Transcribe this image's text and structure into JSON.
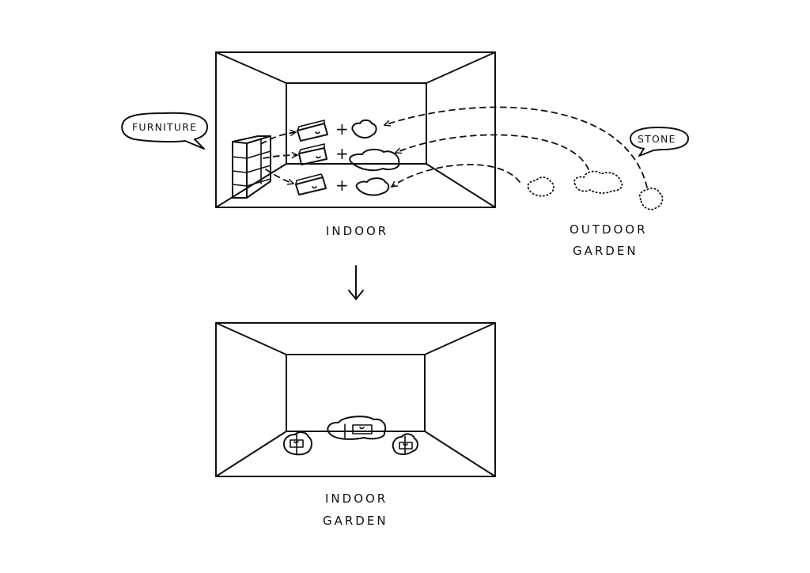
{
  "labels": {
    "furniture": "FURNITURE",
    "stone": "STONE",
    "indoor": "INDOOR",
    "outdoor_garden": [
      "OUTDOOR",
      "GARDEN"
    ],
    "indoor_garden": [
      "INDOOR",
      "GARDEN"
    ]
  },
  "symbols": {
    "plus": "+"
  },
  "style": {
    "ink_color": "#111111",
    "background": "#ffffff"
  }
}
